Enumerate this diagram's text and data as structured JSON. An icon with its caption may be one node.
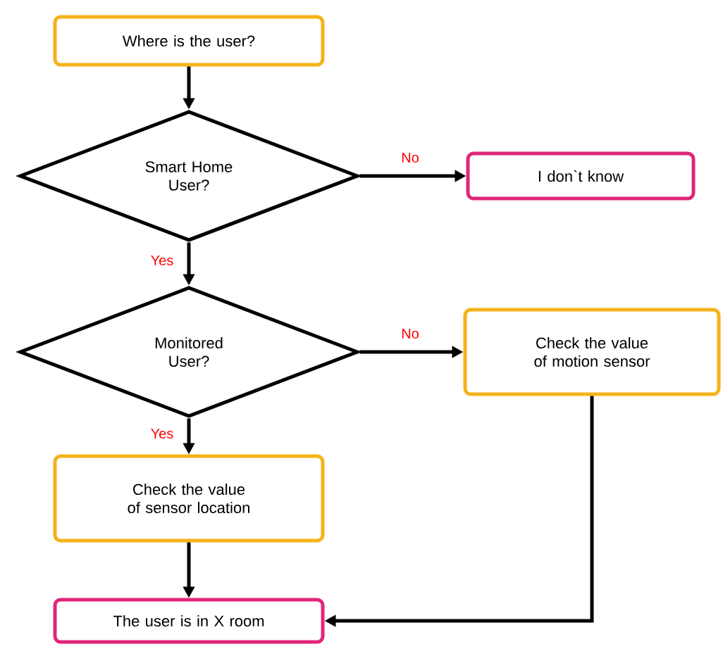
{
  "diagram": {
    "nodes": [
      {
        "text": [
          "Where is the user?"
        ]
      },
      {
        "text": [
          "Smart Home User?"
        ]
      },
      {
        "text": [
          "I don`t know"
        ]
      },
      {
        "text": [
          "Monitored User?"
        ]
      },
      {
        "text": [
          "Check the value of motion sensor"
        ]
      },
      {
        "text": [
          "Check the value of sensor location"
        ]
      },
      {
        "text": [
          "The user is in X room"
        ]
      }
    ],
    "edges": [
      {
        "from": 0,
        "to": 1,
        "arrow": "to"
      },
      {
        "from": 1,
        "to": 2,
        "arrow": "to",
        "label": "No"
      },
      {
        "from": 1,
        "to": 3,
        "arrow": "to",
        "label": "Yes"
      },
      {
        "from": 3,
        "to": 4,
        "arrow": "to",
        "label": "No"
      },
      {
        "from": 3,
        "to": 5,
        "arrow": "to",
        "label": "Yes"
      },
      {
        "from": 5,
        "to": 6,
        "arrow": "to"
      },
      {
        "from": 4,
        "to": 6,
        "arrow": "to"
      }
    ]
  }
}
